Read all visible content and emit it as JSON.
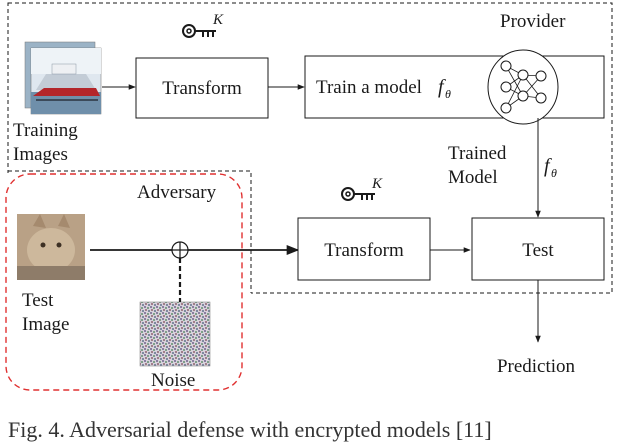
{
  "provider": {
    "label": "Provider"
  },
  "adversary": {
    "label": "Adversary"
  },
  "training_images": {
    "line1": "Training",
    "line2": "Images"
  },
  "test_image": {
    "line1": "Test",
    "line2": "Image"
  },
  "noise": {
    "label": "Noise"
  },
  "transform_top": {
    "label": "Transform"
  },
  "transform_bottom": {
    "label": "Transform"
  },
  "train_box": {
    "label": "Train a model",
    "symbol": "f",
    "subscript": "θ"
  },
  "trained_model": {
    "line1": "Trained",
    "line2": "Model",
    "symbol": "f",
    "subscript": "θ"
  },
  "test_box": {
    "label": "Test"
  },
  "prediction": {
    "label": "Prediction"
  },
  "key_top": {
    "superscript": "K"
  },
  "key_bottom": {
    "superscript": "K"
  },
  "caption": {
    "text": "Fig. 4. Adversarial defense with encrypted models [11]"
  },
  "colors": {
    "adversary_border": "#e03030",
    "line": "#1a1a1a",
    "box_border": "#1a1a1a"
  }
}
